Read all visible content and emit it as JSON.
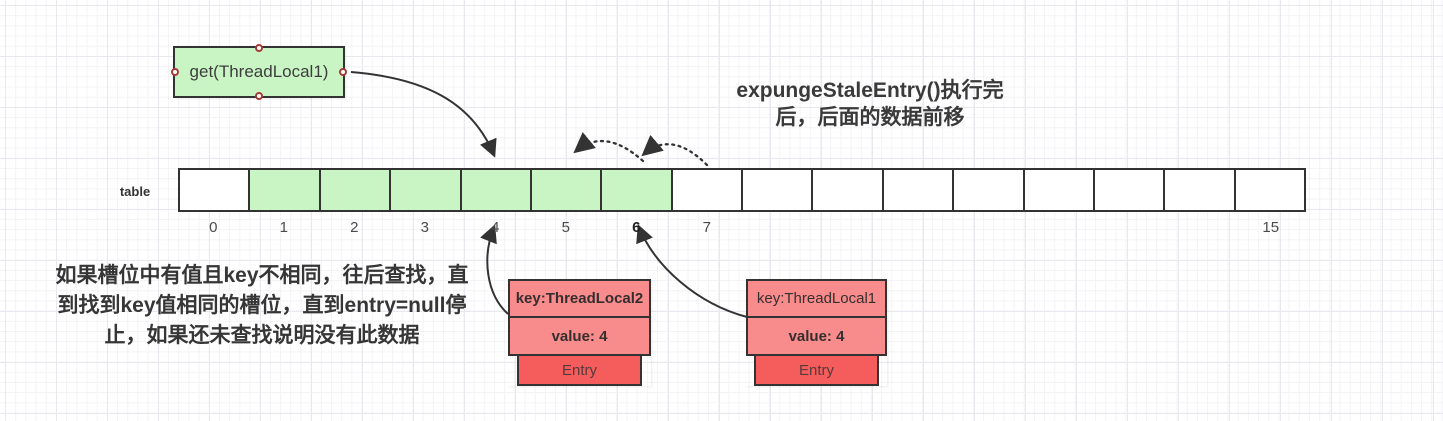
{
  "colors": {
    "cell_green": "#c9f5c4",
    "cell_white": "#ffffff",
    "entry_pink": "#f88b8b",
    "entry_red": "#f55d5d",
    "border_dark": "#333333",
    "connector_ring": "#a83b35",
    "grid_minor": "#f3f3f6",
    "grid_major": "#e9e8ee"
  },
  "get_box": {
    "label": "get(ThreadLocal1)"
  },
  "annotation_top_right": {
    "line1": "expungeStaleEntry()执行完",
    "line2": "后，后面的数据前移"
  },
  "annotation_left": {
    "line1": "如果槽位中有值且key不相同，往后查找，直",
    "line2": "到找到key值相同的槽位，直到entry=null停",
    "line3": "止，如果还未查找说明没有此数据"
  },
  "table": {
    "label": "table",
    "cells": [
      {
        "index": "0",
        "filled": false,
        "bold": false
      },
      {
        "index": "1",
        "filled": true,
        "bold": false
      },
      {
        "index": "2",
        "filled": true,
        "bold": false
      },
      {
        "index": "3",
        "filled": true,
        "bold": false
      },
      {
        "index": "4",
        "filled": true,
        "bold": false
      },
      {
        "index": "5",
        "filled": true,
        "bold": false
      },
      {
        "index": "6",
        "filled": true,
        "bold": true
      },
      {
        "index": "7",
        "filled": false,
        "bold": false
      },
      {
        "index": "",
        "filled": false,
        "bold": false
      },
      {
        "index": "",
        "filled": false,
        "bold": false
      },
      {
        "index": "",
        "filled": false,
        "bold": false
      },
      {
        "index": "",
        "filled": false,
        "bold": false
      },
      {
        "index": "",
        "filled": false,
        "bold": false
      },
      {
        "index": "",
        "filled": false,
        "bold": false
      },
      {
        "index": "",
        "filled": false,
        "bold": false
      },
      {
        "index": "15",
        "filled": false,
        "bold": false
      }
    ]
  },
  "entry_boxes": [
    {
      "key": "key:ThreadLocal2",
      "key_bold": true,
      "value": "value: 4",
      "label": "Entry"
    },
    {
      "key": "key:ThreadLocal1",
      "key_bold": false,
      "value": "value: 4",
      "label": "Entry"
    }
  ]
}
